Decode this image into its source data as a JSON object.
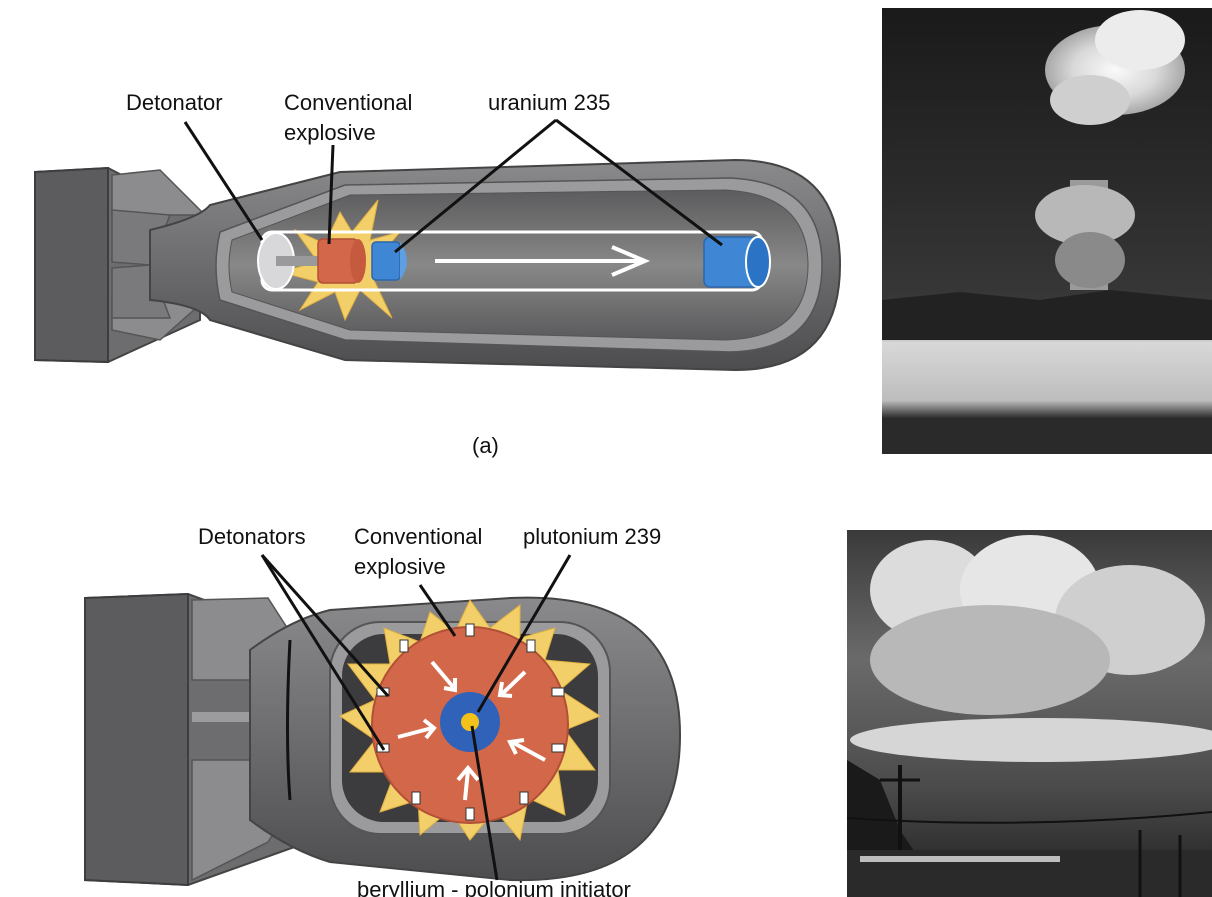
{
  "diagram_a": {
    "labels": {
      "detonator": "Detonator",
      "conventional_line1": "Conventional",
      "conventional_line2": "explosive",
      "uranium": "uranium 235"
    },
    "caption": "(a)"
  },
  "diagram_b": {
    "labels": {
      "detonators": "Detonators",
      "conventional_line1": "Conventional",
      "conventional_line2": "explosive",
      "plutonium": "plutonium 239",
      "initiator": "beryllium - polonium initiator"
    }
  },
  "colors": {
    "casing": "#6b6b6d",
    "casing_dark": "#4a4a4c",
    "casing_light": "#9a9a9c",
    "explosive_orange": "#d3674a",
    "flash_yellow": "#f3cf6a",
    "fuel_blue": "#3f86d4",
    "core_blue": "#2f62b8",
    "initiator_yellow": "#f2c21a"
  }
}
